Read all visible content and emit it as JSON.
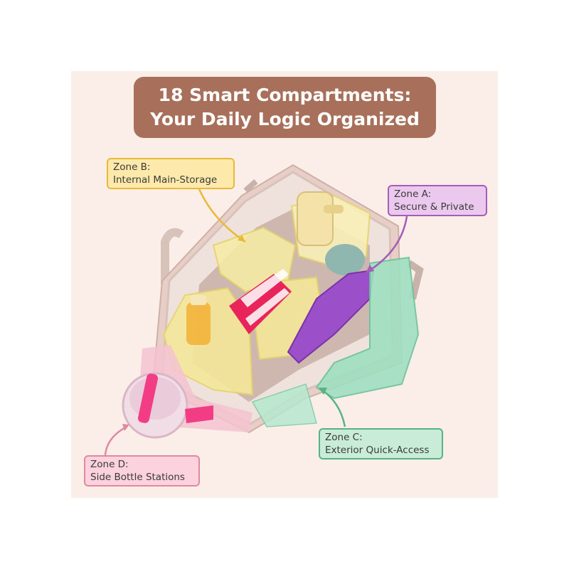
{
  "title": {
    "line1": "18 Smart Compartments:",
    "line2": "Your Daily Logic Organized"
  },
  "zones": {
    "b": {
      "name": "Zone B:",
      "desc": "Internal Main-Storage",
      "color": "#e9b93a"
    },
    "a": {
      "name": "Zone A:",
      "desc": "Secure & Private",
      "color": "#a35fb8"
    },
    "c": {
      "name": "Zone C:",
      "desc": "Exterior Quick-Access",
      "color": "#56b384"
    },
    "d": {
      "name": "Zone D:",
      "desc": "Side Bottle Stations",
      "color": "#e08aa2"
    }
  },
  "colors": {
    "background": "#fbeee9",
    "title_box": "#a8705a",
    "bag_shell": "#e7cfc7",
    "bag_lining": "#efe2dc"
  },
  "icons": [
    "diaper-bag-illustration",
    "pink-tumbler",
    "water-bottle",
    "towel",
    "baby-bottle"
  ]
}
